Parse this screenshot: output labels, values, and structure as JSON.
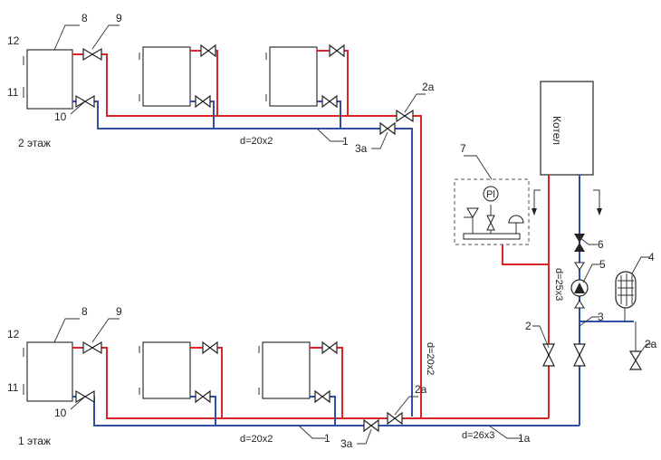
{
  "floors": {
    "upper": "2 этаж",
    "lower": "1 этаж"
  },
  "boiler": {
    "label": "Котел"
  },
  "pipes": {
    "upper_main": "d=20x2",
    "lower_main": "d=20x2",
    "riser": "d=20x2",
    "boiler_main": "d=26x3",
    "boiler_riser": "d=25x3"
  },
  "gauge_label": "Pl",
  "callouts": {
    "c1": "1",
    "c1a": "1a",
    "c2": "2",
    "c2a": "2a",
    "c3": "3",
    "c3a": "3a",
    "c4": "4",
    "c5": "5",
    "c6": "6",
    "c7": "7",
    "c8": "8",
    "c9": "9",
    "c10": "10",
    "c11": "11",
    "c12": "12"
  },
  "colors": {
    "supply": "#d8262b",
    "return": "#2f4fa8"
  }
}
